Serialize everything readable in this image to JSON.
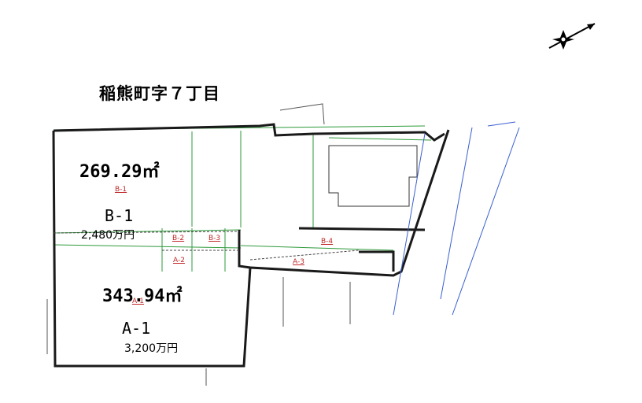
{
  "map": {
    "heading": "稲熊町字７丁目",
    "lot_b1": {
      "area": "269.29㎡",
      "code": "B-1",
      "label": "B-1",
      "price": "2,480万円"
    },
    "lot_a1": {
      "area": "343.94㎡",
      "code": "A-1",
      "label": "A-1",
      "price": "3,200万円"
    },
    "sub_lots": {
      "b2": "B-2",
      "b3": "B-3",
      "a2": "A-2",
      "a3": "A-3",
      "b4": "B-4"
    },
    "colors": {
      "boundary": "#1a1a1a",
      "survey_green": "#2e9a3a",
      "annotation_blue": "#3a5fd0",
      "lot_red": "#c0282a"
    },
    "icons": [
      "north-arrow-icon"
    ]
  }
}
